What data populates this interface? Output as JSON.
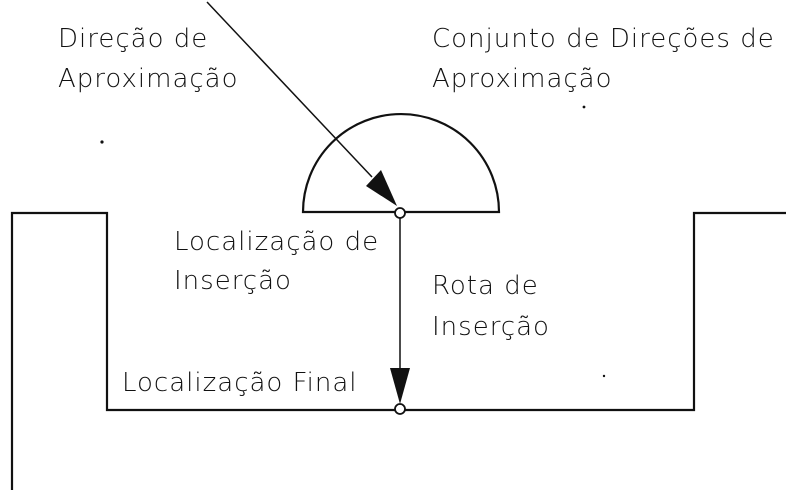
{
  "labels": {
    "approach_direction_line1": "Direção de",
    "approach_direction_line2": "Aproximação",
    "approach_set_line1": "Conjunto de Direções de",
    "approach_set_line2": "Aproximação",
    "insertion_location_line1": "Localização de",
    "insertion_location_line2": "Inserção",
    "insertion_route_line1": "Rota de",
    "insertion_route_line2": "Inserção",
    "final_location": "Localização Final"
  },
  "colors": {
    "ink": "#111111",
    "background": "#ffffff"
  }
}
